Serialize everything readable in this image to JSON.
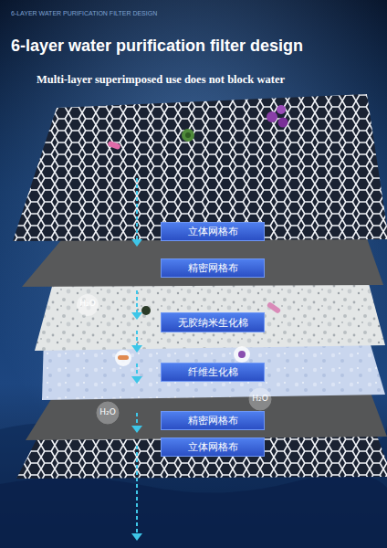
{
  "diagram": {
    "title": "6-layer water purification filter design",
    "nodes": [
      {
        "text": [
          "立体网格布"
        ]
      },
      {
        "text": [
          "精密网格布"
        ]
      },
      {
        "text": [
          "无胶纳米生化棉"
        ]
      },
      {
        "text": [
          "纤维生化棉"
        ]
      },
      {
        "text": [
          "精密网格布"
        ]
      },
      {
        "text": [
          "立体网格布"
        ]
      }
    ],
    "labels": [
      "6-LAYER WATER PURIFICATION FILTER DESIGN",
      "Multi-layer superimposed use does not block water",
      "H₂O",
      "H₂O",
      "H₂O"
    ]
  }
}
